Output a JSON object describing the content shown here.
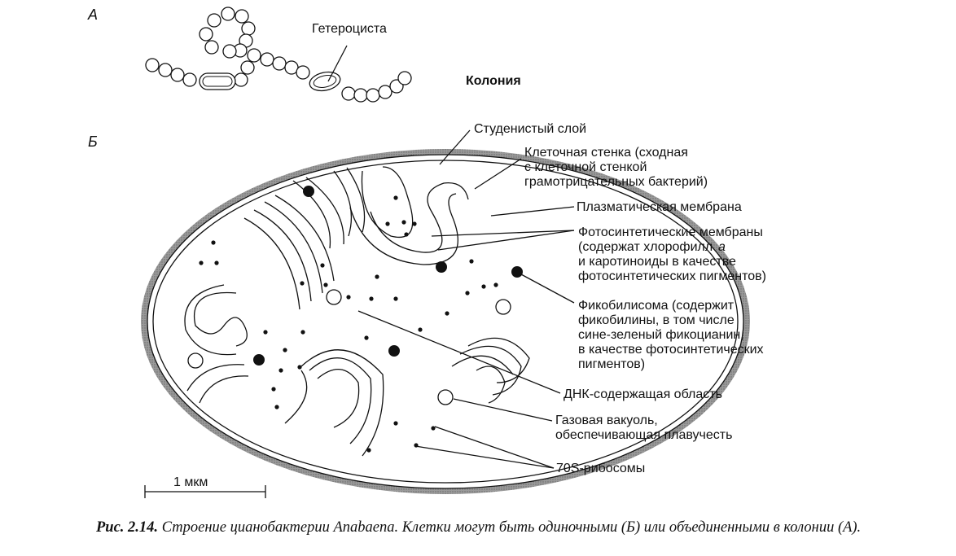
{
  "panels": {
    "a": "А",
    "b": "Б"
  },
  "colony": {
    "heterocyst_label": "Гетероциста",
    "colony_label": "Колония"
  },
  "cell_labels": {
    "gel_layer": "Студенистый слой",
    "cell_wall": [
      "Клеточная стенка (сходная",
      "с клеточной стенкой",
      "грамотрицательных бактерий)"
    ],
    "plasma_membrane": "Плазматическая мембрана",
    "photosynthetic_membranes": [
      "Фотосинтетические мембраны",
      "(содержат хлорофилл",
      "a",
      "и каротиноиды в качестве",
      "фотосинтетических пигментов)"
    ],
    "phycobilisome": [
      "Фикобилисома (содержит",
      "фикобилины, в том числе",
      "сине-зеленый фикоцианин,",
      "в качестве фотосинтетических",
      "пигментов)"
    ],
    "dna_region": "ДНК-содержащая область",
    "gas_vacuole": [
      "Газовая вакуоль,",
      "обеспечивающая плавучесть"
    ],
    "ribosomes": "70S-рибосомы"
  },
  "scale_bar": "1 мкм",
  "caption": {
    "prefix": "Рис. 2.14.",
    "text": "Строение цианобактерии Anabaena. Клетки могут быть одиночными (Б) или объединенными в колонии (А)."
  }
}
